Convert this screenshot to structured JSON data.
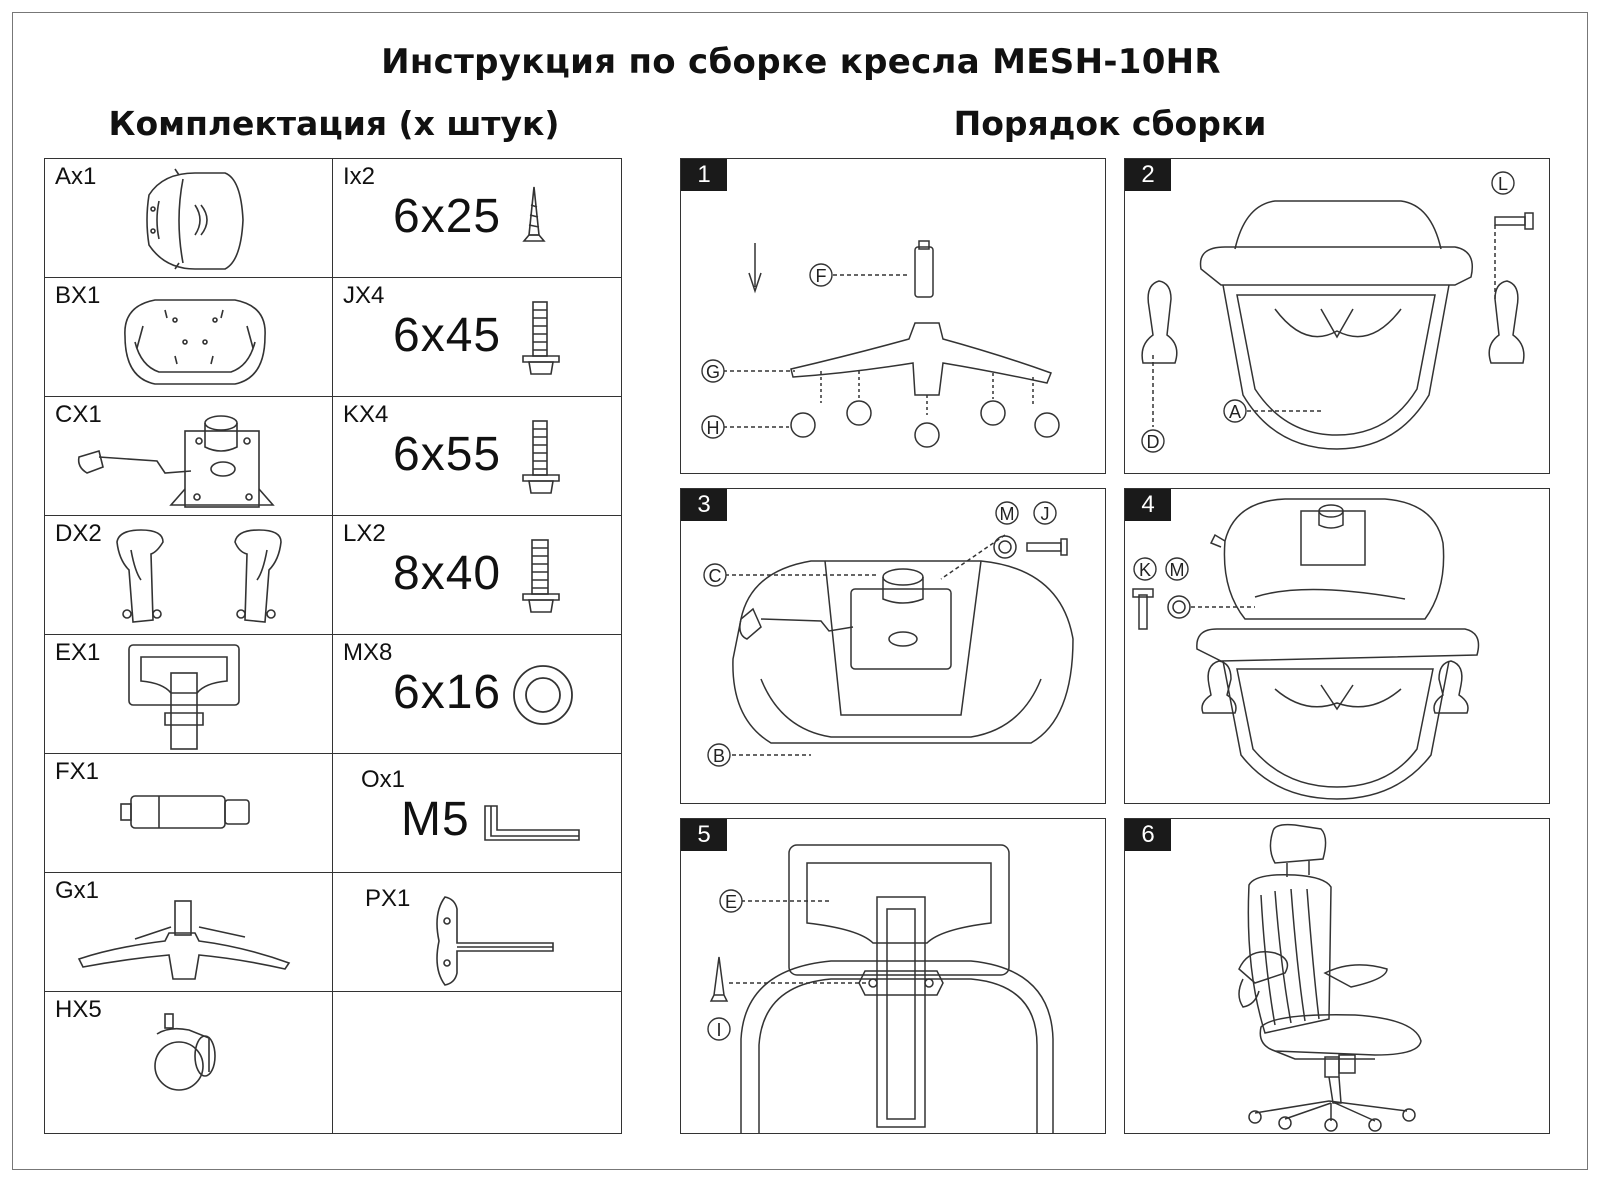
{
  "title": "Инструкция по сборке кресла MESH-10HR",
  "parts_heading": "Комплектация (х штук)",
  "steps_heading": "Порядок сборки",
  "parts": [
    {
      "label": "Ax1",
      "icon": "seat-back-icon"
    },
    {
      "label": "Ix2",
      "size": "6x25",
      "icon": "wood-screw-icon"
    },
    {
      "label": "BX1",
      "icon": "seat-base-icon"
    },
    {
      "label": "JX4",
      "size": "6x45",
      "icon": "bolt-icon"
    },
    {
      "label": "CX1",
      "icon": "mechanism-icon"
    },
    {
      "label": "KX4",
      "size": "6x55",
      "icon": "bolt-icon"
    },
    {
      "label": "DX2",
      "icon": "armrest-icon"
    },
    {
      "label": "LX2",
      "size": "8x40",
      "icon": "bolt-icon"
    },
    {
      "label": "EX1",
      "icon": "headrest-icon"
    },
    {
      "label": "MX8",
      "size": "6x16",
      "icon": "washer-icon"
    },
    {
      "label": "FX1",
      "icon": "gas-lift-icon"
    },
    {
      "label": "Ox1",
      "size": "M5",
      "icon": "hex-key-icon"
    },
    {
      "label": "Gx1",
      "icon": "star-base-icon"
    },
    {
      "label": "PX1",
      "icon": "t-wrench-icon"
    },
    {
      "label": "HX5",
      "icon": "caster-icon"
    }
  ],
  "steps": [
    {
      "number": "1",
      "callouts": [
        "F",
        "G",
        "H"
      ]
    },
    {
      "number": "2",
      "callouts": [
        "L",
        "D",
        "A"
      ]
    },
    {
      "number": "3",
      "callouts": [
        "M",
        "J",
        "C",
        "B"
      ]
    },
    {
      "number": "4",
      "callouts": [
        "K",
        "M"
      ]
    },
    {
      "number": "5",
      "callouts": [
        "E",
        "I"
      ]
    },
    {
      "number": "6",
      "callouts": []
    }
  ],
  "colors": {
    "line": "#333333",
    "badge": "#1a1a1a"
  }
}
